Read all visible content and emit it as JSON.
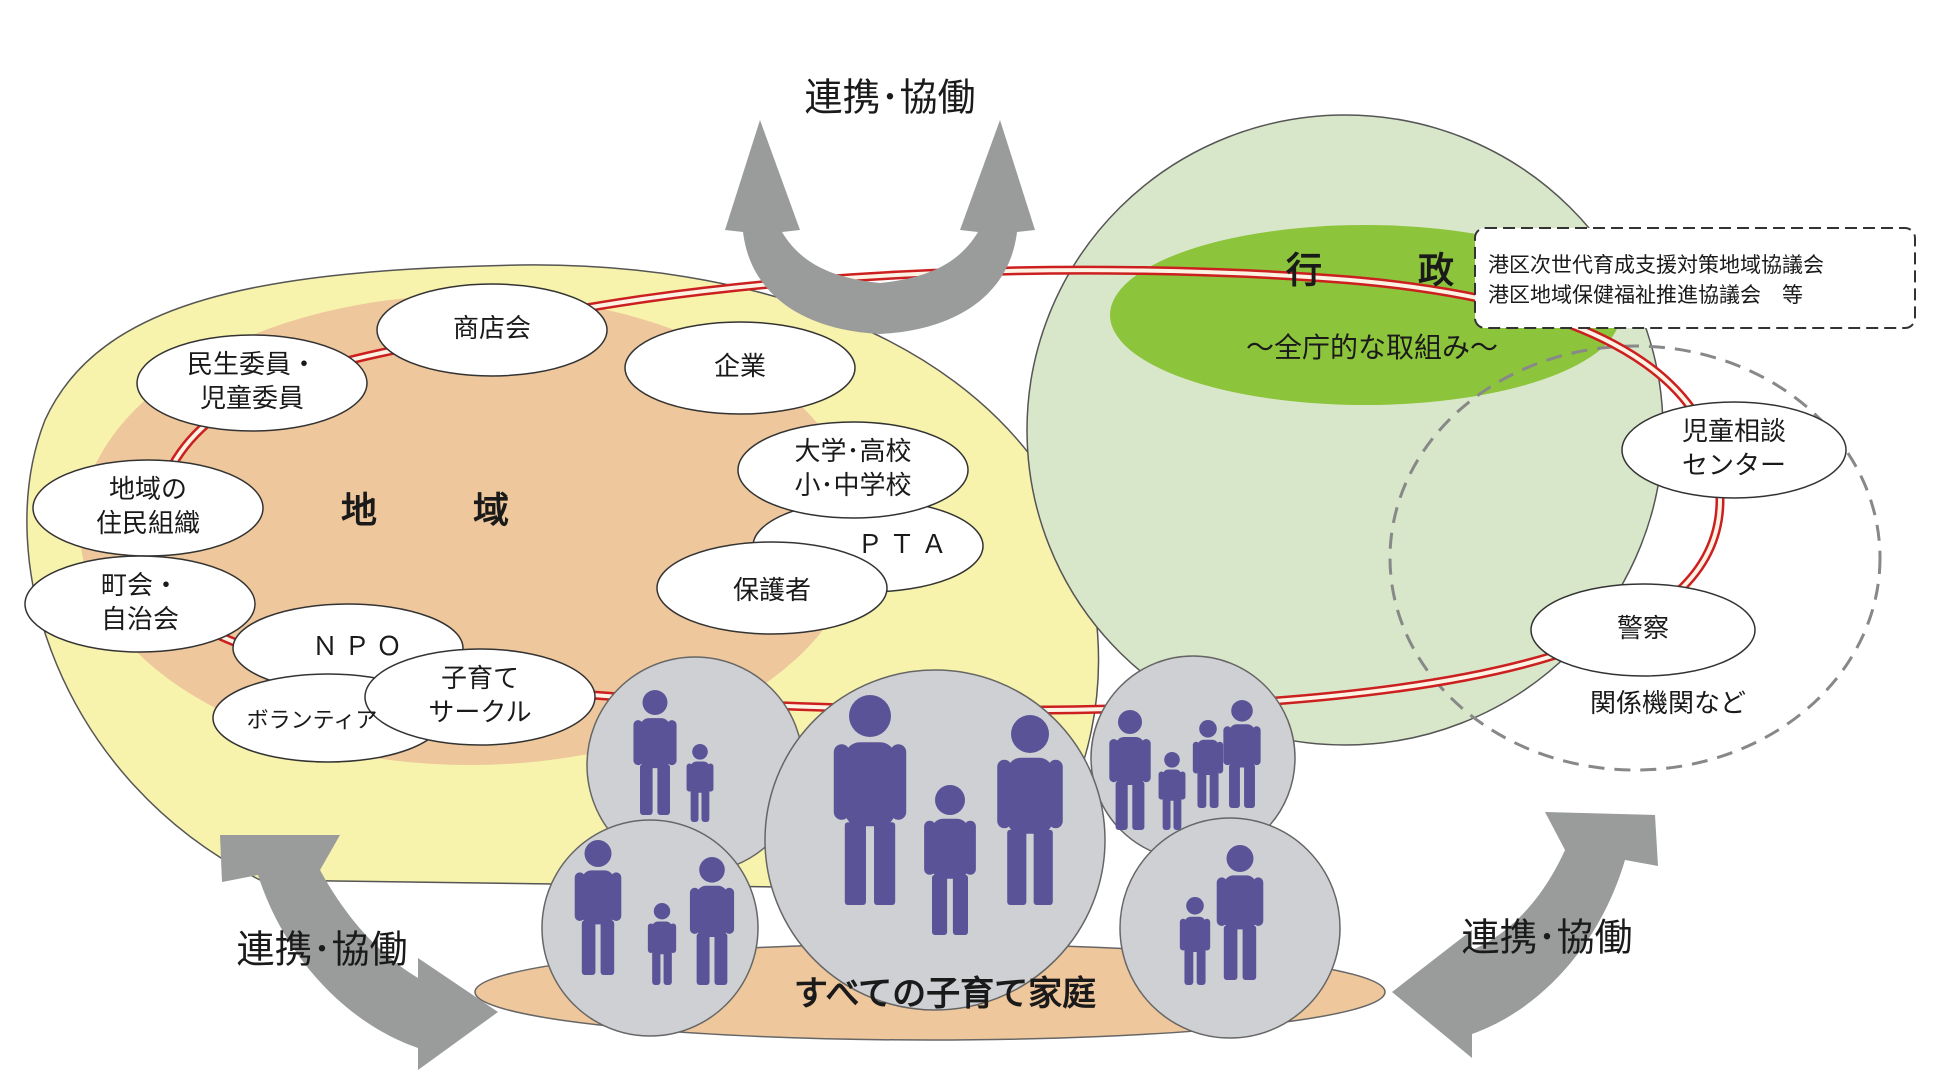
{
  "arrows": {
    "top": "連携･協働",
    "left": "連携･協働",
    "right": "連携･協働"
  },
  "community": {
    "title": "地　域",
    "nodes": [
      {
        "id": "shoutenkai",
        "lines": [
          "商店会"
        ]
      },
      {
        "id": "minsei",
        "lines": [
          "民生委員・",
          "児童委員"
        ]
      },
      {
        "id": "kigyou",
        "lines": [
          "企業"
        ]
      },
      {
        "id": "chiiki-jumin",
        "lines": [
          "地域の",
          "住民組織"
        ]
      },
      {
        "id": "daigaku",
        "lines": [
          "大学･高校",
          "小･中学校"
        ]
      },
      {
        "id": "pta",
        "lines": [
          "ＰＴＡ"
        ]
      },
      {
        "id": "hogosha",
        "lines": [
          "保護者"
        ]
      },
      {
        "id": "chounai",
        "lines": [
          "町会・",
          "自治会"
        ]
      },
      {
        "id": "npo",
        "lines": [
          "ＮＰＯ"
        ]
      },
      {
        "id": "kosodate-circle",
        "lines": [
          "子育て",
          "サークル"
        ]
      },
      {
        "id": "volunteer",
        "lines": [
          "ボランティア"
        ]
      }
    ]
  },
  "government": {
    "title": "行　政",
    "subtitle": "～全庁的な取組み～",
    "council_lines": [
      "港区次世代育成支援対策地域協議会",
      "港区地域保健福祉推進協議会　等"
    ],
    "related_label": "関係機関など",
    "nodes": [
      {
        "id": "jidou-soudan",
        "lines": [
          "児童相談",
          "センター"
        ]
      },
      {
        "id": "keisatsu",
        "lines": [
          "警察"
        ]
      }
    ]
  },
  "families": {
    "label": "すべての子育て家庭"
  },
  "colors": {
    "community_outer": "#f7f2ac",
    "community_inner": "#eec79c",
    "government_outer": "#d8e7c9",
    "government_inner": "#8cc43c",
    "family_circle": "#cfd0d4",
    "family_figure": "#5b5398",
    "family_base": "#eec79c",
    "arrow": "#9a9b9b",
    "ring": "#cc1f1f"
  }
}
